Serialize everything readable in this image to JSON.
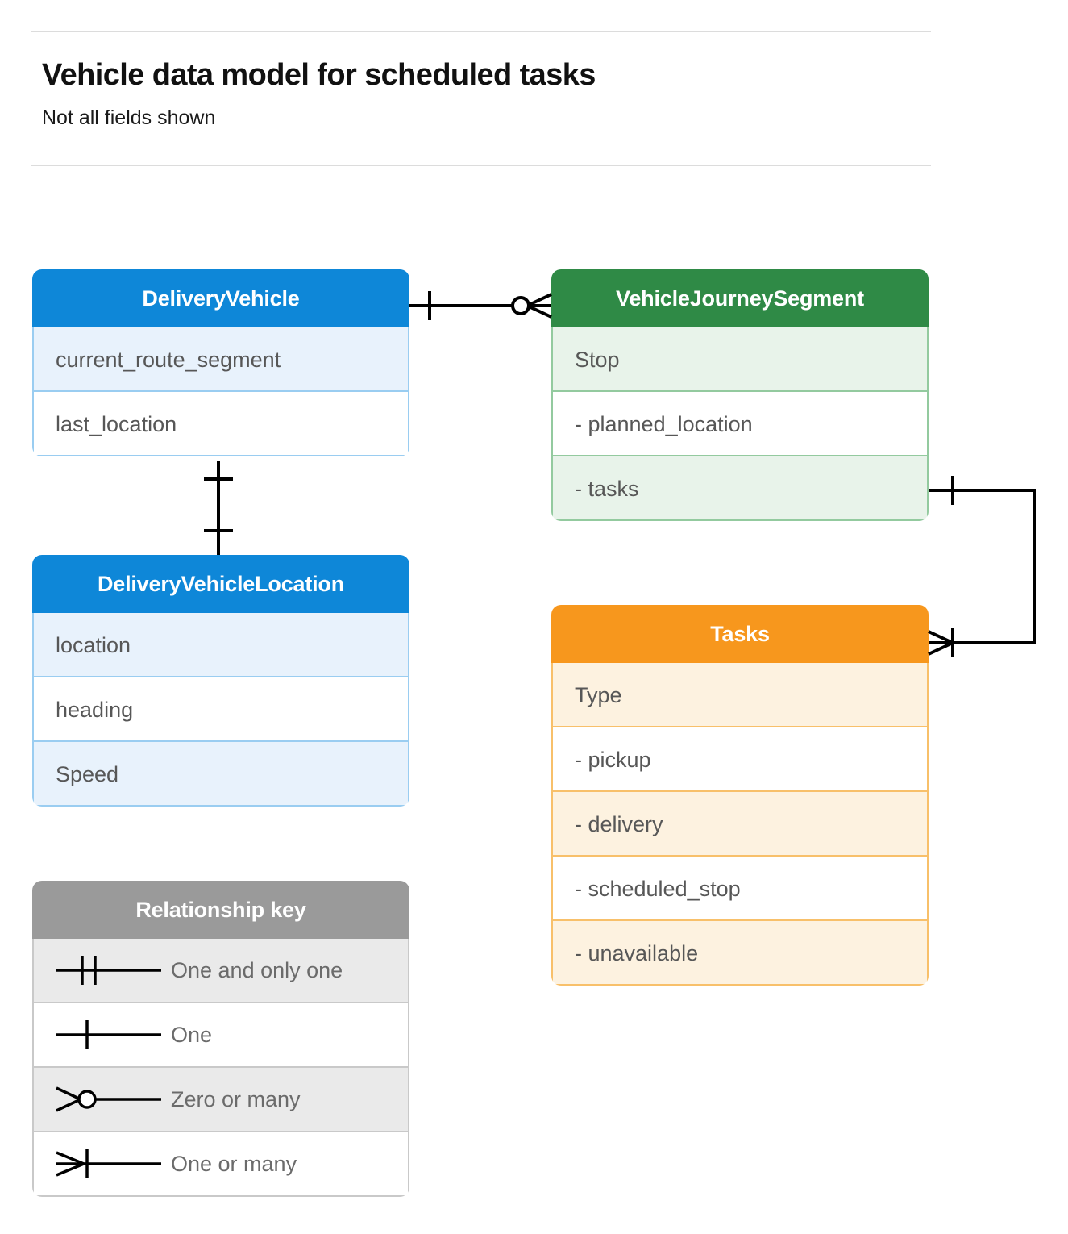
{
  "header": {
    "title": "Vehicle data model for scheduled tasks",
    "subtitle": "Not all fields shown"
  },
  "colors": {
    "blue": "#0e87d8",
    "blue_row": "#e8f2fc",
    "blue_border": "#9acdf1",
    "green": "#2f8a46",
    "green_row": "#e8f3ea",
    "green_border": "#93ca9f",
    "orange": "#f7971d",
    "orange_row": "#fdf2e0",
    "orange_border": "#f8c06a",
    "gray": "#9a9a9a",
    "gray_row": "#eaeaea",
    "gray_border": "#c9c9c9",
    "text": "#575757",
    "line": "#000000"
  },
  "entities": [
    {
      "id": "delivery-vehicle",
      "name": "DeliveryVehicle",
      "theme": "blue",
      "rows": [
        {
          "label": "current_route_segment"
        },
        {
          "label": "last_location"
        }
      ]
    },
    {
      "id": "vehicle-journey-segment",
      "name": "VehicleJourneySegment",
      "theme": "green",
      "rows": [
        {
          "label": "Stop"
        },
        {
          "label": "-  planned_location"
        },
        {
          "label": "- tasks"
        }
      ]
    },
    {
      "id": "delivery-vehicle-location",
      "name": "DeliveryVehicleLocation",
      "theme": "blue",
      "rows": [
        {
          "label": "location"
        },
        {
          "label": "heading"
        },
        {
          "label": "Speed"
        }
      ]
    },
    {
      "id": "tasks",
      "name": "Tasks",
      "theme": "orange",
      "rows": [
        {
          "label": "Type"
        },
        {
          "label": "-  pickup"
        },
        {
          "label": "-  delivery"
        },
        {
          "label": "-  scheduled_stop"
        },
        {
          "label": "-  unavailable"
        }
      ]
    }
  ],
  "legend": {
    "title": "Relationship key",
    "items": [
      {
        "symbol": "one-and-only-one",
        "label": "One and only one"
      },
      {
        "symbol": "one",
        "label": "One"
      },
      {
        "symbol": "zero-or-many",
        "label": "Zero or many"
      },
      {
        "symbol": "one-or-many",
        "label": "One or many"
      }
    ]
  },
  "relationships": [
    {
      "id": "deliveryvehicle-to-vehiclejourneysegment",
      "from": "DeliveryVehicle",
      "to": "VehicleJourneySegment",
      "from_cardinality": "one",
      "to_cardinality": "zero-or-many"
    },
    {
      "id": "deliveryvehicle-to-deliveryvehiclelocation",
      "from": "DeliveryVehicle",
      "to": "DeliveryVehicleLocation",
      "from_cardinality": "one",
      "to_cardinality": "one"
    },
    {
      "id": "vehiclejourneysegment-tasks-to-tasks",
      "from": "VehicleJourneySegment",
      "to": "Tasks",
      "from_cardinality": "one",
      "to_cardinality": "one-or-many"
    }
  ]
}
